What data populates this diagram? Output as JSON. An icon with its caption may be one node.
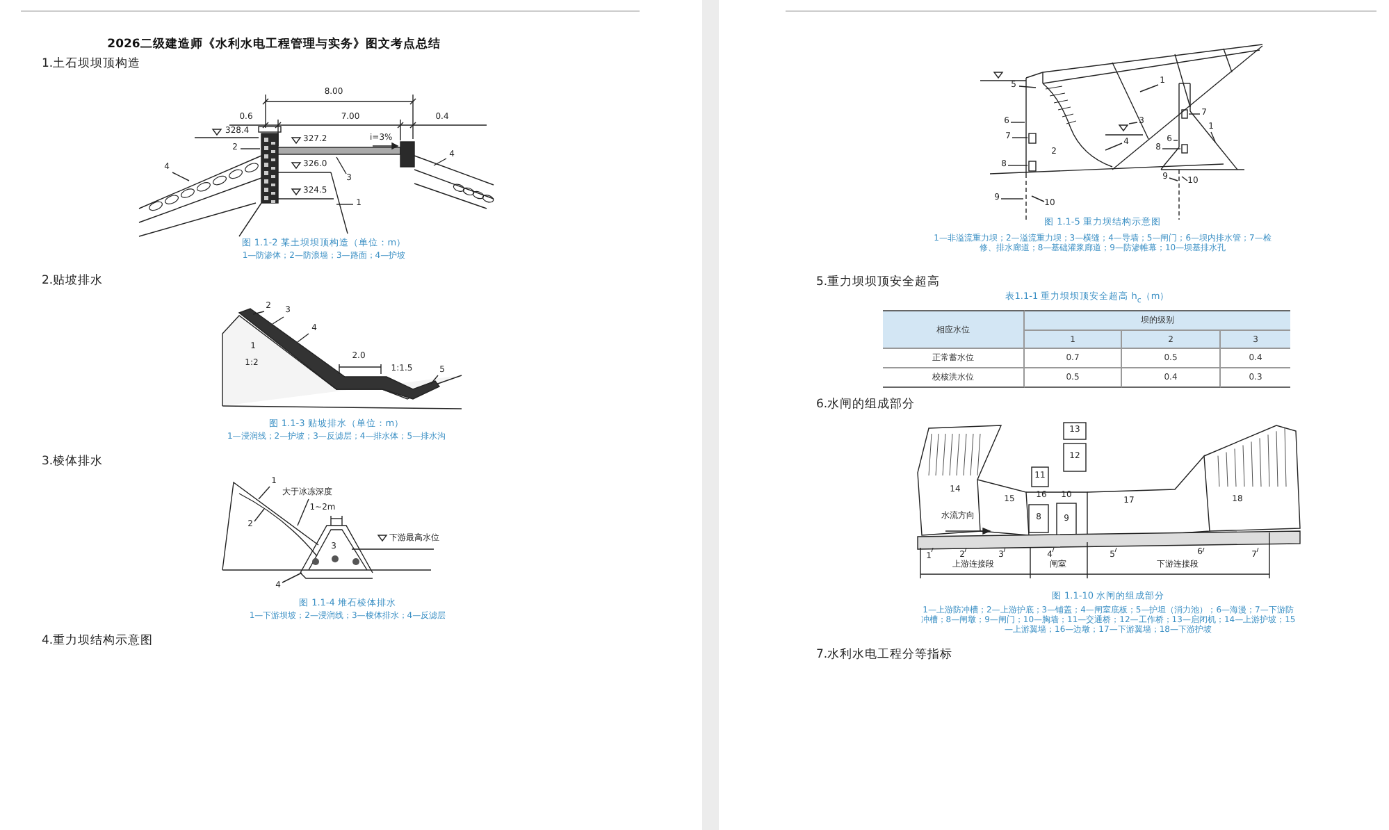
{
  "diagram": {
    "title": "2026二级建造师《水利水电工程管理与实务》图文考点总结",
    "labels": [
      "1.土石坝坝顶构造",
      "8.00",
      "0.6",
      "7.00",
      "0.4",
      "328.4",
      "327.2",
      "i=3%",
      "326.0",
      "324.5",
      "2",
      "4",
      "3",
      "4",
      "1",
      "图 1.1-2 某土坝坝顶构造（单位：m）",
      "1—防渗体；2—防浪墙；3—路面；4—护坡",
      "2.贴坡排水",
      "2",
      "3",
      "4",
      "1",
      "1:2",
      "2.0",
      "1:1.5",
      "5",
      "图 1.1-3 贴坡排水（单位：m）",
      "1—浸润线；2—护坡；3—反滤层；4—排水体；5—排水沟",
      "3.棱体排水",
      "1",
      "大于冰冻深度",
      "1~2m",
      "2",
      "下游最高水位",
      "3",
      "4",
      "图 1.1-4 堆石棱体排水",
      "1—下游坝坡；2—浸润线；3—棱体排水；4—反滤层",
      "4.重力坝结构示意图",
      "1",
      "5",
      "6",
      "3",
      "7",
      "4",
      "2",
      "8",
      "9",
      "10",
      "7",
      "1",
      "6",
      "8",
      "9",
      "10",
      "图 1.1-5 重力坝结构示意图",
      "1—非溢流重力坝；2—溢流重力坝；3—横缝；4—导墙；5—闸门；6—坝内排水管；7—检修、排水廊道；8—基础灌浆廊道；9—防渗帷幕；10—坝基排水孔",
      "5.重力坝坝顶安全超高",
      "表1.1-1 重力坝坝顶安全超高 h$_{c}$（m）",
      "相应水位",
      "坝的级别",
      "1",
      "2",
      "3",
      "正常蓄水位",
      "0.7",
      "0.5",
      "0.4",
      "校核洪水位",
      "0.5",
      "0.4",
      "0.3",
      "6.水闸的组成部分",
      "13",
      "12",
      "11",
      "14",
      "15",
      "16",
      "10",
      "17",
      "18",
      "水流方向",
      "8",
      "9",
      "1",
      "2",
      "3",
      "4",
      "5",
      "6",
      "7",
      "上游连接段",
      "闸室",
      "下游连接段",
      "图 1.1-10 水闸的组成部分",
      "1—上游防冲槽；2—上游护底；3—铺盖；4—闸室底板；5—护坦（消力池）；6—海漫；7—下游防冲槽；8—闸墩；9—闸门；10—胸墙；11—交通桥；12—工作桥；13—启闭机；14—上游护坡；15—上游翼墙；16—边墩；17—下游翼墙；18—下游护坡",
      "7.水利水电工程分等指标"
    ]
  }
}
